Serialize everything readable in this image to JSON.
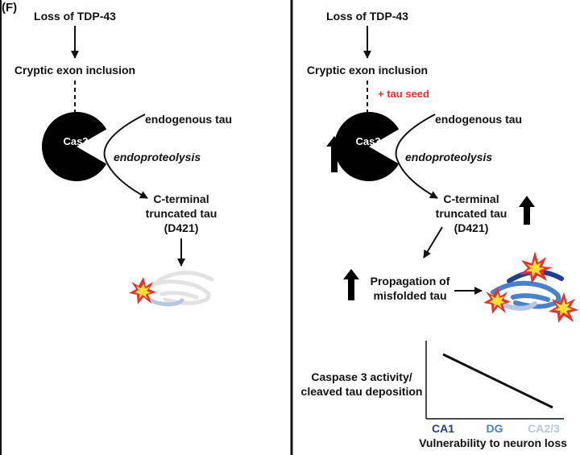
{
  "panel_label": "(F)",
  "left": {
    "loss": "Loss of TDP-43",
    "cryptic": "Cryptic exon inclusion",
    "cas3": "Cas3",
    "endogenous": "endogenous tau",
    "endoproteolysis": "endoproteolysis",
    "cterm_line1": "C-terminal",
    "cterm_line2": "truncated tau",
    "cterm_line3": "(D421)"
  },
  "right": {
    "loss": "Loss of TDP-43",
    "cryptic": "Cryptic exon inclusion",
    "tau_seed": "+  tau seed",
    "cas3": "Cas3",
    "endogenous": "endogenous tau",
    "endoproteolysis": "endoproteolysis",
    "cterm_line1": "C-terminal",
    "cterm_line2": "truncated tau",
    "cterm_line3": "(D421)",
    "prop_line1": "Propagation of",
    "prop_line2": "misfolded tau"
  },
  "graph": {
    "ylabel_line1": "Caspase 3 activity/",
    "ylabel_line2": "cleaved tau deposition",
    "xlabel": "Vulnerability to neuron loss",
    "categories": [
      {
        "label": "CA1",
        "color": "#1f3f8f"
      },
      {
        "label": "DG",
        "color": "#4a82c9"
      },
      {
        "label": "CA2/3",
        "color": "#b4c8e4"
      }
    ]
  },
  "colors": {
    "seed_red": "#e8312f",
    "hippo_gray": "#e2e2e2",
    "ca1_blue": "#1f3f8f",
    "dg_blue": "#4a82c9",
    "ca23_blue": "#b4c8e4",
    "burst_red": "#e8312f",
    "burst_yellow": "#ffe033"
  },
  "icons": [
    "pacman-icon",
    "up-arrow-icon",
    "explosion-icon",
    "hippocampus-icon"
  ]
}
